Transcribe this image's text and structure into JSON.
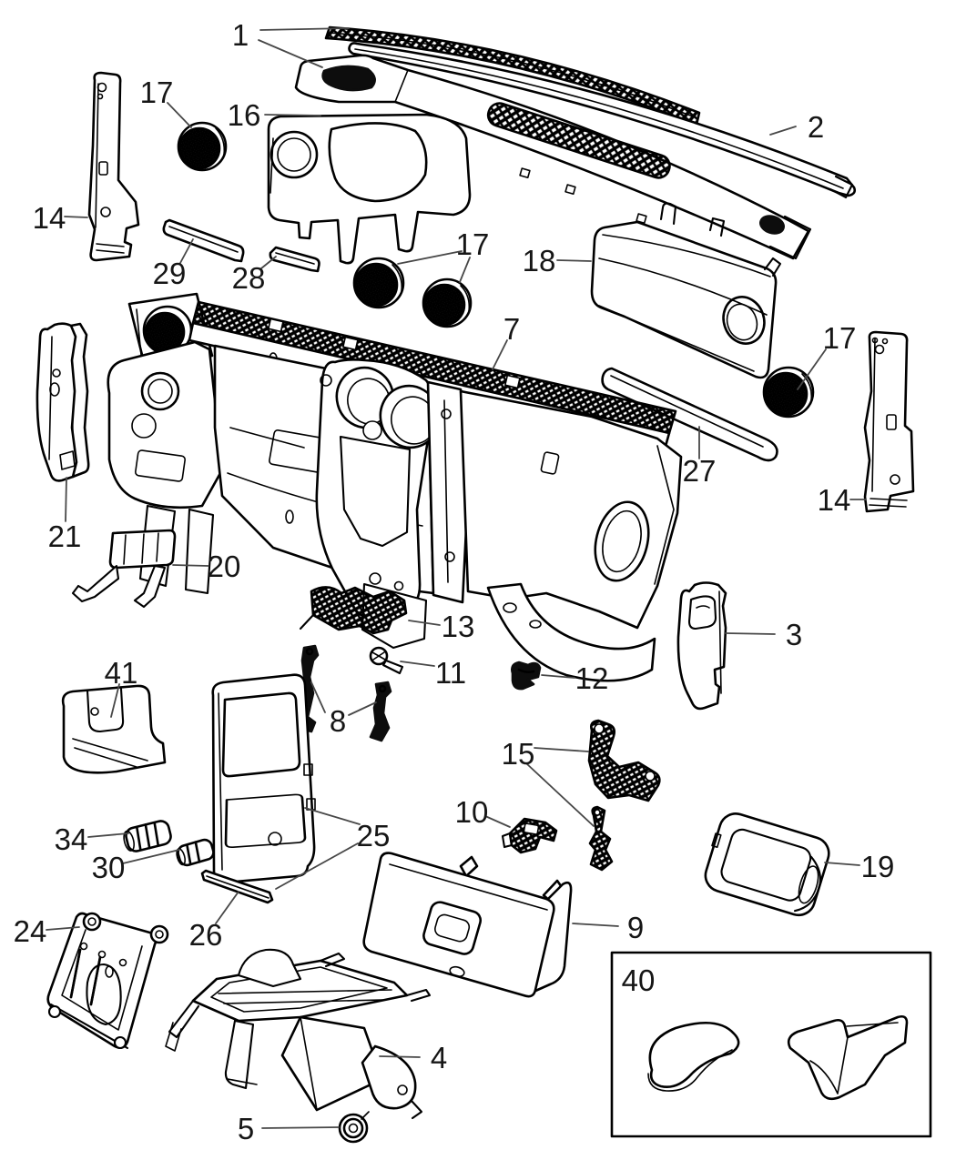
{
  "diagram": {
    "type": "exploded-parts-diagram",
    "subject": "instrument-panel-assembly",
    "background": "#ffffff",
    "line_color": "#000000",
    "leader_color": "#474747"
  },
  "callouts": [
    {
      "id": "1",
      "text": "1"
    },
    {
      "id": "2",
      "text": "2"
    },
    {
      "id": "16",
      "text": "16"
    },
    {
      "id": "17-left",
      "text": "17"
    },
    {
      "id": "14-left",
      "text": "14"
    },
    {
      "id": "29",
      "text": "29"
    },
    {
      "id": "28",
      "text": "28"
    },
    {
      "id": "17-center",
      "text": "17"
    },
    {
      "id": "18",
      "text": "18"
    },
    {
      "id": "7",
      "text": "7"
    },
    {
      "id": "17-right",
      "text": "17"
    },
    {
      "id": "27",
      "text": "27"
    },
    {
      "id": "14-right",
      "text": "14"
    },
    {
      "id": "21",
      "text": "21"
    },
    {
      "id": "20",
      "text": "20"
    },
    {
      "id": "13",
      "text": "13"
    },
    {
      "id": "11",
      "text": "11"
    },
    {
      "id": "41",
      "text": "41"
    },
    {
      "id": "8",
      "text": "8"
    },
    {
      "id": "12",
      "text": "12"
    },
    {
      "id": "3",
      "text": "3"
    },
    {
      "id": "15",
      "text": "15"
    },
    {
      "id": "10",
      "text": "10"
    },
    {
      "id": "34",
      "text": "34"
    },
    {
      "id": "30",
      "text": "30"
    },
    {
      "id": "25",
      "text": "25"
    },
    {
      "id": "26",
      "text": "26"
    },
    {
      "id": "24",
      "text": "24"
    },
    {
      "id": "9",
      "text": "9"
    },
    {
      "id": "19",
      "text": "19"
    },
    {
      "id": "40",
      "text": "40"
    },
    {
      "id": "4",
      "text": "4"
    },
    {
      "id": "5",
      "text": "5"
    }
  ]
}
